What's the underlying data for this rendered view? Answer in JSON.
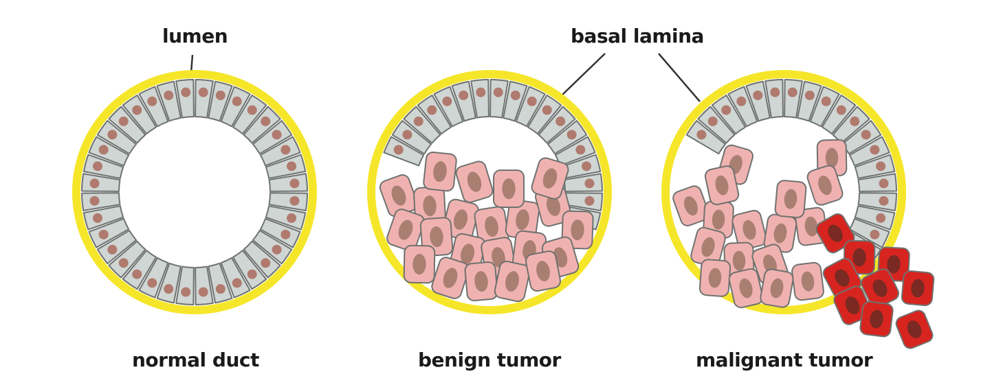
{
  "labels": {
    "lumen": "lumen",
    "basal_lamina": "basal lamina",
    "normal": "normal duct",
    "benign": "benign tumor",
    "malignant": "malignant tumor"
  },
  "colors": {
    "basal_lamina": "#f5e62a",
    "normal_cell": "#cfd6d4",
    "normal_nucleus": "#b07a6e",
    "tumor_cell": "#f0b2b0",
    "tumor_nucleus": "#a97f72",
    "malignant_cell": "#d8241f",
    "malignant_nucleus": "#7a2a22",
    "outline": "#6e7270"
  }
}
